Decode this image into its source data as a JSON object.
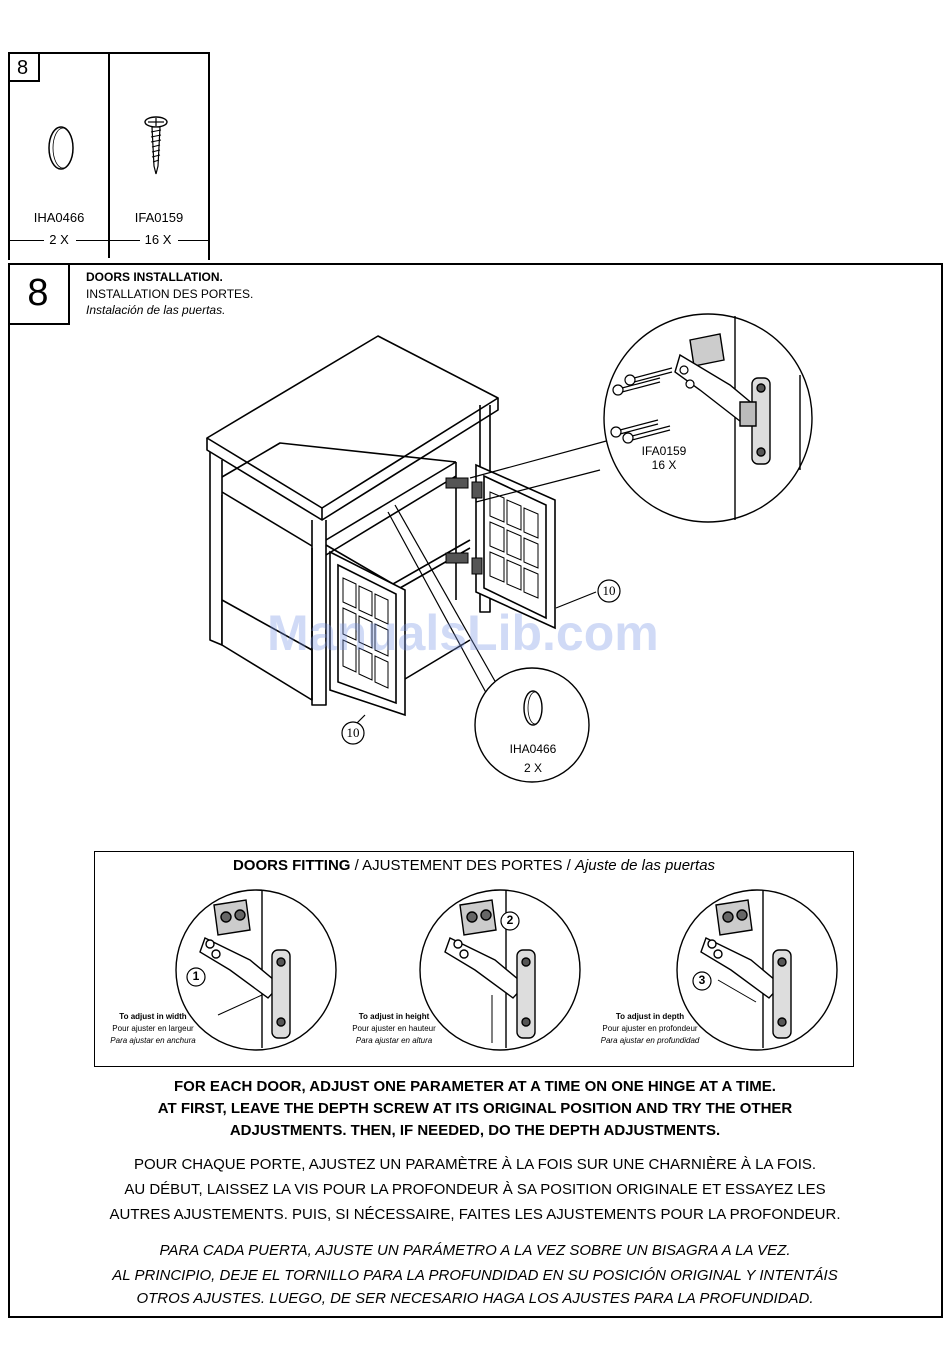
{
  "parts_box": {
    "step_number": "8",
    "parts": [
      {
        "code": "IHA0466",
        "qty": "2 X"
      },
      {
        "code": "IFA0159",
        "qty": "16 X"
      }
    ]
  },
  "step": {
    "number": "8",
    "title_en": "DOORS INSTALLATION.",
    "title_fr": "INSTALLATION DES PORTES.",
    "title_es": "Instalación de las puertas."
  },
  "diagram": {
    "callout_screw_code": "IFA0159",
    "callout_screw_qty": "16 X",
    "callout_cap_code": "IHA0466",
    "callout_cap_qty": "2 X",
    "door_label_right": "10",
    "door_label_left": "10",
    "watermark": "ManualsLib.com"
  },
  "fitting": {
    "title_bold": "DOORS FITTING",
    "title_rest": " / AJUSTEMENT DES PORTES / ",
    "title_italic": "Ajuste de las puertas",
    "adjustments": [
      {
        "num": "1",
        "en": "To adjust in width",
        "fr": "Pour ajuster en largeur",
        "es": "Para ajustar en anchura"
      },
      {
        "num": "2",
        "en": "To adjust in height",
        "fr": "Pour ajuster en hauteur",
        "es": "Para ajustar en altura"
      },
      {
        "num": "3",
        "en": "To adjust in depth",
        "fr": "Pour ajuster en profondeur",
        "es": "Para ajustar en profundidad"
      }
    ]
  },
  "instructions": {
    "en": [
      "FOR EACH DOOR, ADJUST ONE PARAMETER AT A TIME ON ONE HINGE AT A TIME.",
      "AT FIRST, LEAVE THE DEPTH SCREW AT ITS ORIGINAL POSITION AND TRY THE OTHER",
      "ADJUSTMENTS. THEN, IF NEEDED, DO THE DEPTH ADJUSTMENTS."
    ],
    "fr": [
      "POUR CHAQUE PORTE, AJUSTEZ UN PARAMÈTRE À LA FOIS SUR UNE CHARNIÈRE À LA FOIS.",
      "AU DÉBUT, LAISSEZ LA VIS POUR LA PROFONDEUR À SA POSITION ORIGINALE ET ESSAYEZ LES",
      "AUTRES AJUSTEMENTS. PUIS, SI NÉCESSAIRE, FAITES LES AJUSTEMENTS POUR LA PROFONDEUR."
    ],
    "es": [
      "PARA CADA PUERTA, AJUSTE UN PARÁMETRO A LA VEZ SOBRE UN BISAGRA A LA VEZ.",
      "AL PRINCIPIO, DEJE EL TORNILLO PARA LA PROFUNDIDAD EN SU POSICIÓN ORIGINAL Y INTENTÁIS",
      "OTROS AJUSTES. LUEGO, DE SER NECESARIO HAGA LOS AJUSTES PARA LA PROFUNDIDAD."
    ]
  }
}
